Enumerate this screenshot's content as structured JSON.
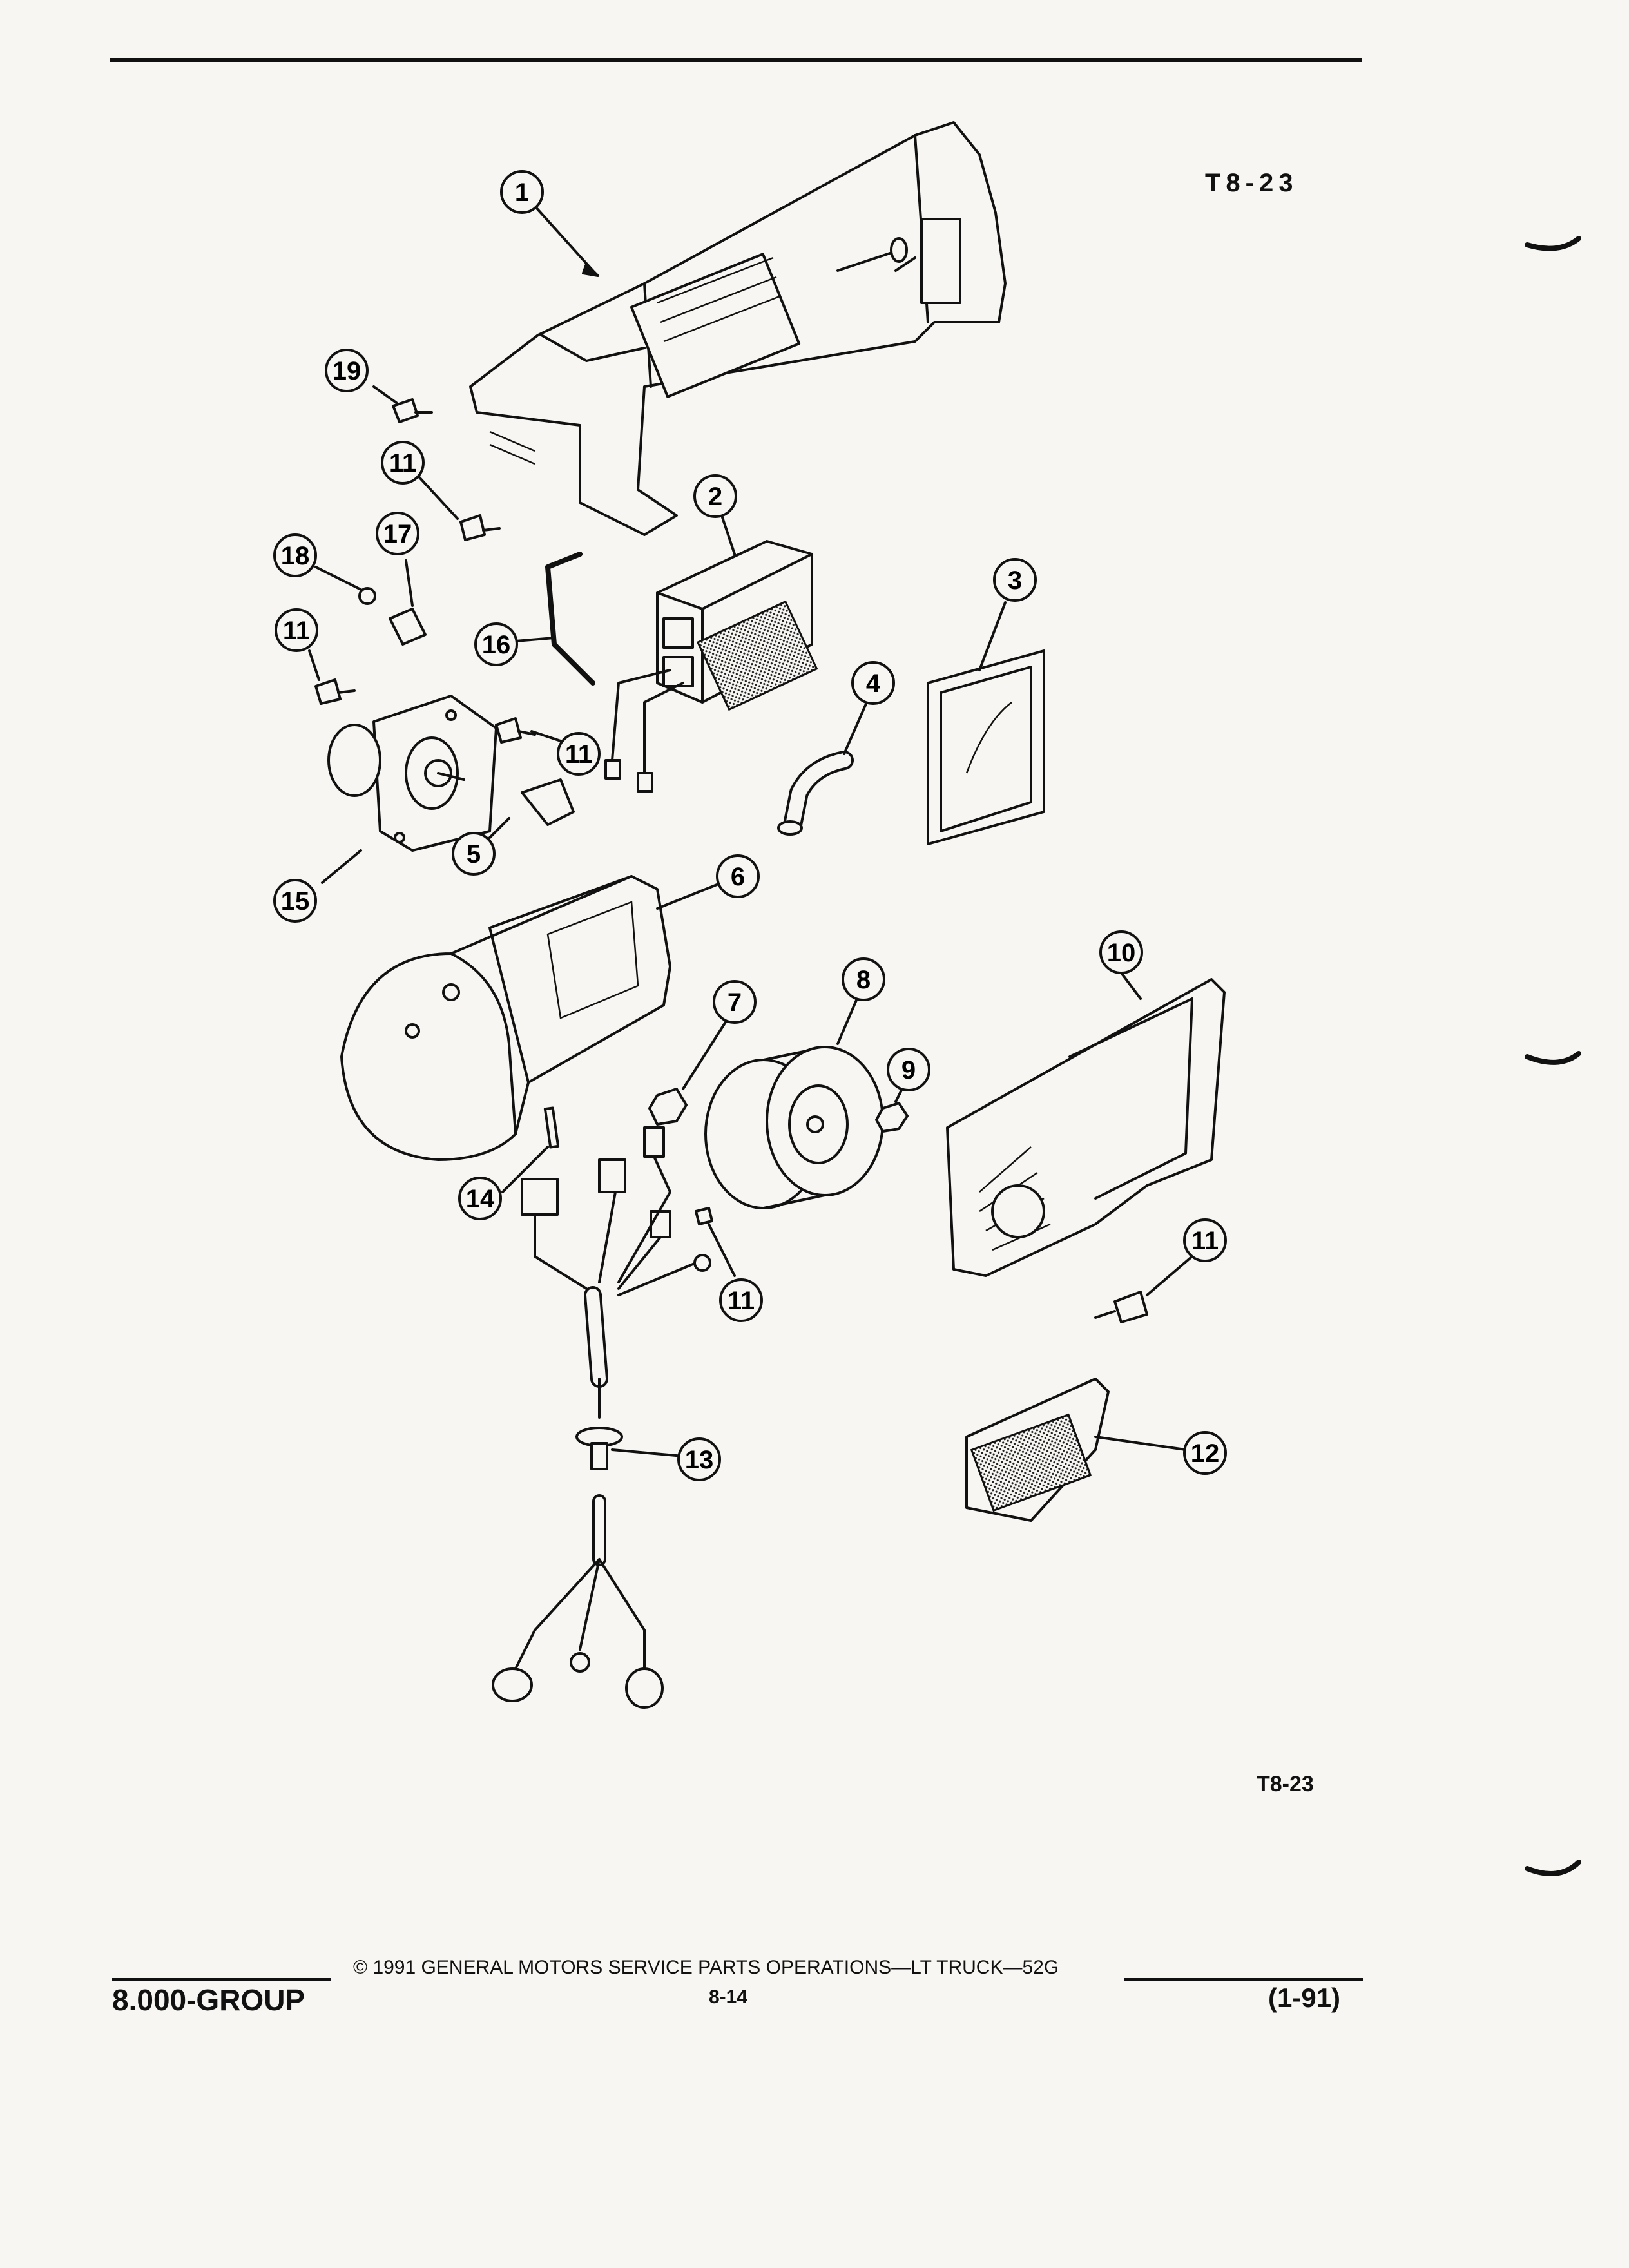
{
  "figure_id_top": "T8-23",
  "figure_id_bottom": "T8-23",
  "callouts": [
    "1",
    "2",
    "3",
    "4",
    "5",
    "6",
    "7",
    "8",
    "9",
    "10",
    "11",
    "11",
    "11",
    "11",
    "11",
    "12",
    "13",
    "14",
    "15",
    "16",
    "17",
    "18",
    "19"
  ],
  "footer": {
    "group": "8.000-GROUP",
    "copyright": "© 1991 GENERAL MOTORS SERVICE PARTS OPERATIONS—LT TRUCK—52G",
    "page": "8-14",
    "revision": "(1-91)"
  }
}
